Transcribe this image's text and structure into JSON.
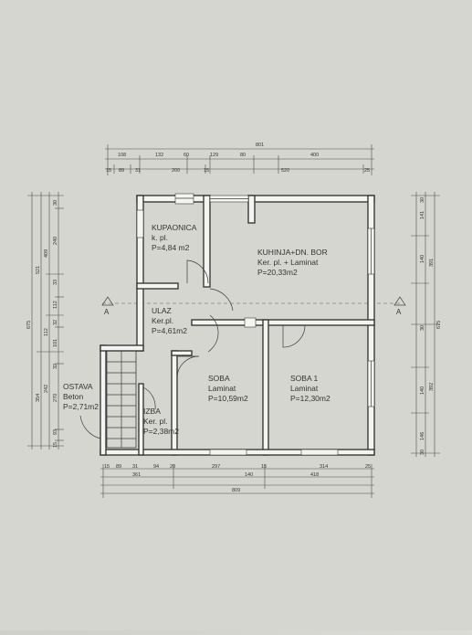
{
  "rooms": {
    "kupaonica": {
      "name": "KUPAONICA",
      "floor": "k. pl.",
      "area": "P=4,84 m2"
    },
    "kuhinja": {
      "name": "KUHINJA+DN. BOR",
      "floor": "Ker. pl. + Laminat",
      "area": "P=20,33m2"
    },
    "ulaz": {
      "name": "ULAZ",
      "floor": "Ker.pl.",
      "area": "P=4,61m2"
    },
    "soba": {
      "name": "SOBA",
      "floor": "Laminat",
      "area": "P=10,59m2"
    },
    "soba1": {
      "name": "SOBA 1",
      "floor": "Laminat",
      "area": "P=12,30m2"
    },
    "ostava": {
      "name": "OSTAVA",
      "floor": "Beton",
      "area": "P=2,71m2"
    },
    "izba": {
      "name": "IZBA",
      "floor": "Ker. pl.",
      "area": "P=2,38m2"
    }
  },
  "section_marks": {
    "left": "A",
    "right": "A"
  },
  "dimensions": {
    "top_total": "801",
    "top_row1": [
      "108",
      "132",
      "60",
      "129",
      "80",
      "400"
    ],
    "top_row2": [
      "15",
      "89",
      "31",
      "200",
      "15",
      "520",
      "25"
    ],
    "bottom_row1": [
      "15",
      "89",
      "31",
      "94",
      "20",
      "297",
      "15",
      "314",
      "25"
    ],
    "bottom_row2": [
      "361",
      "140",
      "418"
    ],
    "bottom_total": "809",
    "left_outer": "675",
    "left_mid": [
      "521",
      "354"
    ],
    "left_inner": [
      "409",
      "112",
      "242"
    ],
    "left_segments": [
      "30",
      "240",
      "33",
      "112",
      "32",
      "101",
      "32",
      "270",
      "93",
      "15"
    ],
    "right_outer": "675",
    "right_mid": [
      "391",
      "392"
    ],
    "right_inner": [
      "141",
      "140",
      "140",
      "146"
    ],
    "right_segments": [
      "30",
      "30",
      "30"
    ]
  }
}
